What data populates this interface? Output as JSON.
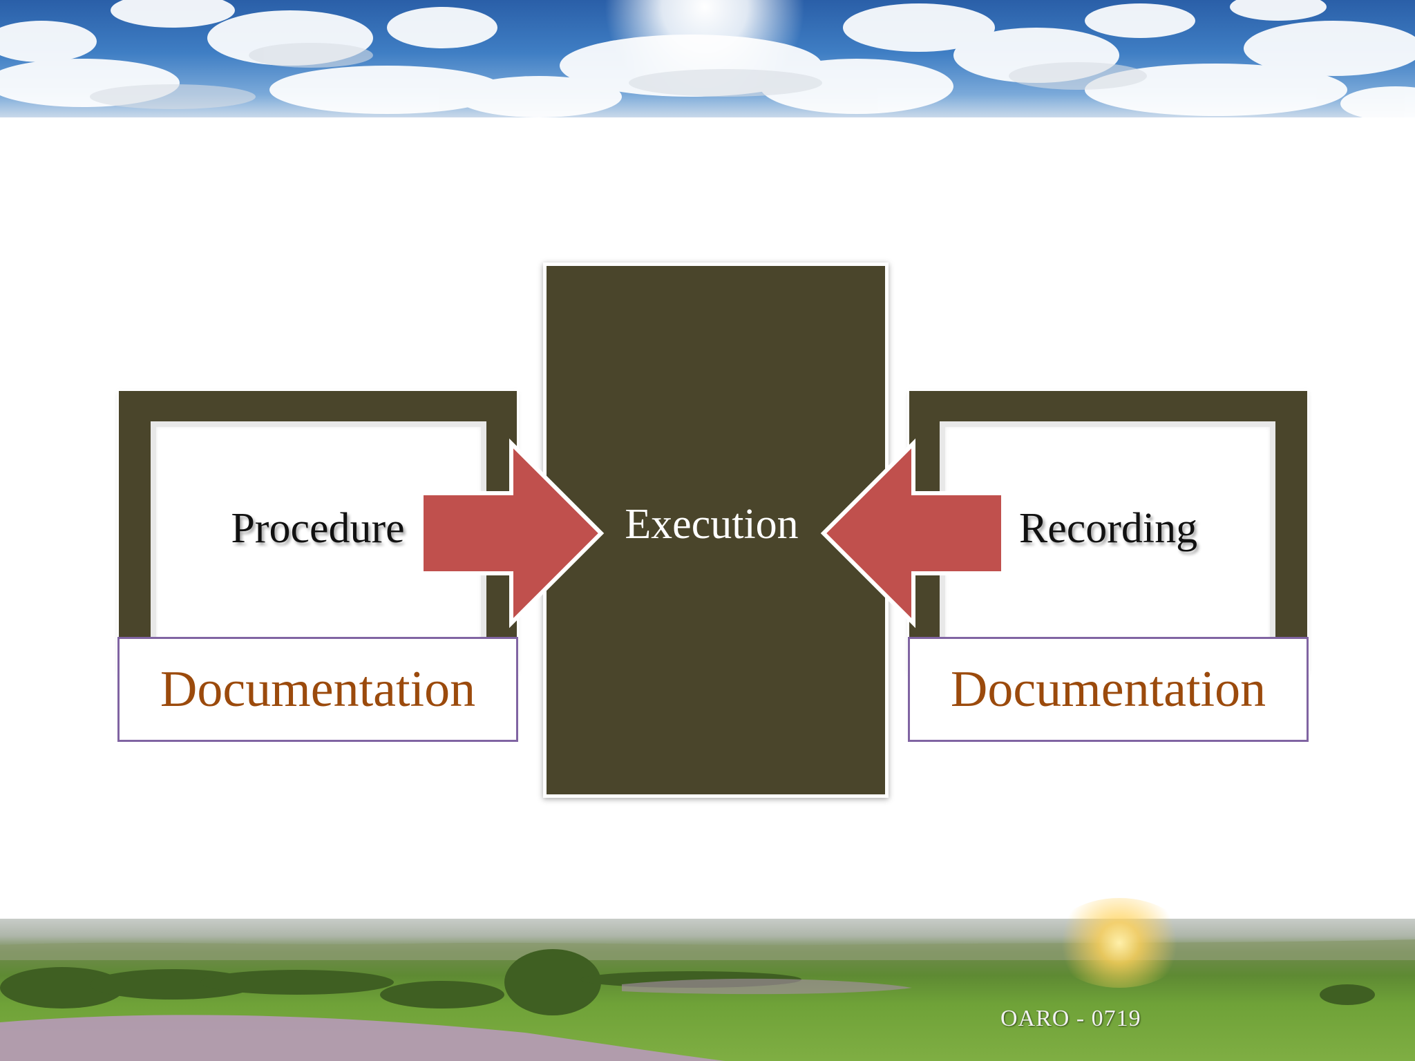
{
  "diagram": {
    "left_label": "Procedure",
    "center_label": "Execution",
    "right_label": "Recording",
    "left_doc": "Documentation",
    "right_doc": "Documentation"
  },
  "footer": {
    "code": "OARO - 0719"
  },
  "colors": {
    "frame": "#4a452b",
    "arrow": "#c0504d",
    "doc_text": "#9b4a0c",
    "doc_border": "#8064a2"
  }
}
